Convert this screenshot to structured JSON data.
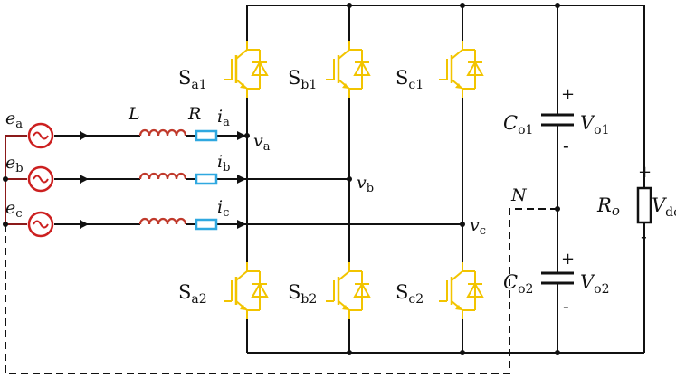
{
  "colors": {
    "wire": "#111111",
    "switch": "#f2c400",
    "inductor": "#c0392b",
    "source": "#cc2020",
    "resistor": "#2fa8e0"
  },
  "labels": {
    "ea": {
      "main": "e",
      "sub": "a"
    },
    "eb": {
      "main": "e",
      "sub": "b"
    },
    "ec": {
      "main": "e",
      "sub": "c"
    },
    "L": "L",
    "R": "R",
    "ia": {
      "main": "i",
      "sub": "a"
    },
    "ib": {
      "main": "i",
      "sub": "b"
    },
    "ic": {
      "main": "i",
      "sub": "c"
    },
    "va": {
      "main": "v",
      "sub": "a"
    },
    "vb": {
      "main": "v",
      "sub": "b"
    },
    "vc": {
      "main": "v",
      "sub": "c"
    },
    "Sa1": {
      "main": "S",
      "sub": "a1"
    },
    "Sb1": {
      "main": "S",
      "sub": "b1"
    },
    "Sc1": {
      "main": "S",
      "sub": "c1"
    },
    "Sa2": {
      "main": "S",
      "sub": "a2"
    },
    "Sb2": {
      "main": "S",
      "sub": "b2"
    },
    "Sc2": {
      "main": "S",
      "sub": "c2"
    },
    "Co1": {
      "main": "C",
      "sub": "o1"
    },
    "Co2": {
      "main": "C",
      "sub": "o2"
    },
    "Vo1": {
      "main": "V",
      "sub": "o1"
    },
    "Vo2": {
      "main": "V",
      "sub": "o2"
    },
    "N": "N",
    "Ro": {
      "main": "R",
      "sub": "o"
    },
    "Vdc": {
      "main": "V",
      "sub": "dc"
    },
    "plus": "+",
    "minus": "-"
  }
}
